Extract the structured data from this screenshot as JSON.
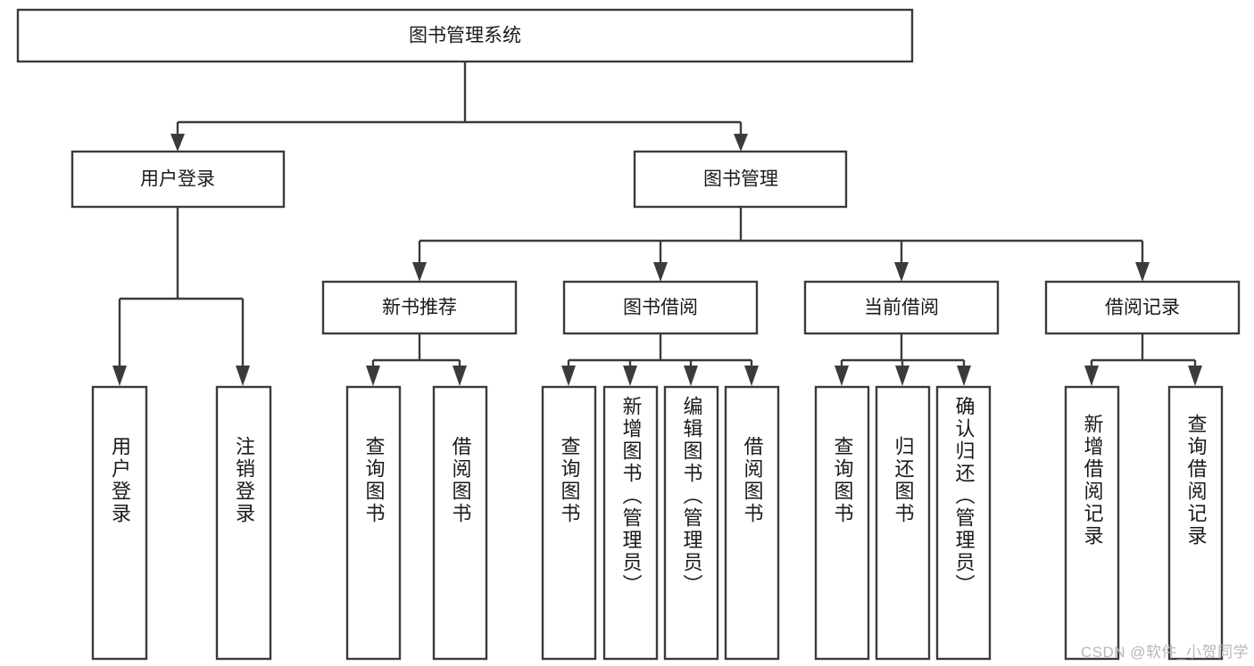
{
  "diagram": {
    "title": "图书管理系统",
    "type": "hierarchy-tree",
    "watermark": "CSDN @软件_小贺同学",
    "colors": {
      "stroke": "#3b3b3b",
      "fill": "#ffffff",
      "text": "#1a1a1a",
      "watermark": "#b8b8b8"
    },
    "levels": {
      "root": {
        "id": "root",
        "label": "图书管理系统"
      },
      "level2": [
        {
          "id": "user-login",
          "label": "用户登录"
        },
        {
          "id": "book-management",
          "label": "图书管理"
        }
      ],
      "level3": [
        {
          "id": "new-book-recommend",
          "label": "新书推荐",
          "parent": "book-management"
        },
        {
          "id": "book-borrow",
          "label": "图书借阅",
          "parent": "book-management"
        },
        {
          "id": "current-borrow",
          "label": "当前借阅",
          "parent": "book-management"
        },
        {
          "id": "borrow-record",
          "label": "借阅记录",
          "parent": "book-management"
        }
      ],
      "leaves": [
        {
          "id": "leaf-user-login",
          "label": "用户登录",
          "parent": "user-login"
        },
        {
          "id": "leaf-logout",
          "label": "注销登录",
          "parent": "user-login"
        },
        {
          "id": "leaf-query-book-1",
          "label": "查询图书",
          "parent": "new-book-recommend"
        },
        {
          "id": "leaf-borrow-book-1",
          "label": "借阅图书",
          "parent": "new-book-recommend"
        },
        {
          "id": "leaf-query-book-2",
          "label": "查询图书",
          "parent": "book-borrow"
        },
        {
          "id": "leaf-add-book",
          "label": "新增图书（管理员）",
          "parent": "book-borrow"
        },
        {
          "id": "leaf-edit-book",
          "label": "编辑图书（管理员）",
          "parent": "book-borrow"
        },
        {
          "id": "leaf-borrow-book-2",
          "label": "借阅图书",
          "parent": "book-borrow"
        },
        {
          "id": "leaf-query-book-3",
          "label": "查询图书",
          "parent": "current-borrow"
        },
        {
          "id": "leaf-return-book",
          "label": "归还图书",
          "parent": "current-borrow"
        },
        {
          "id": "leaf-confirm-return",
          "label": "确认归还（管理员）",
          "parent": "current-borrow"
        },
        {
          "id": "leaf-add-record",
          "label": "新增借阅记录",
          "parent": "borrow-record"
        },
        {
          "id": "leaf-query-record",
          "label": "查询借阅记录",
          "parent": "borrow-record"
        }
      ]
    }
  }
}
